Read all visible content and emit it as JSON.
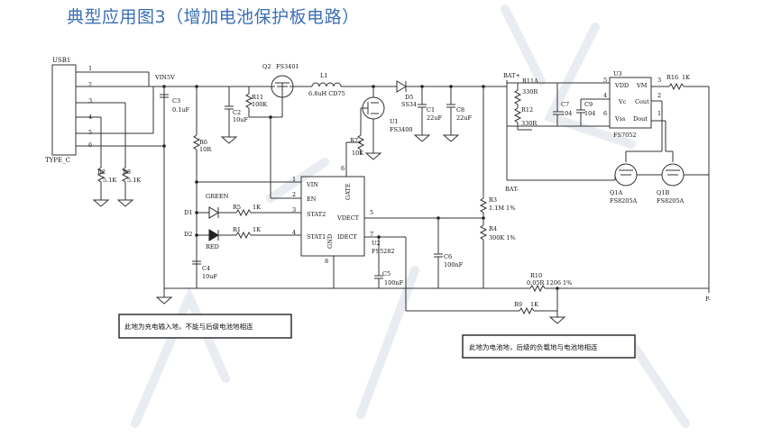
{
  "title": "典型应用图3（增加电池保护板电路）",
  "usb": {
    "ref": "USB1",
    "type": "TYPE_C",
    "pins": [
      "1",
      "2",
      "3",
      "4",
      "5",
      "6"
    ]
  },
  "power": {
    "vin": "VIN5V",
    "bat_plus": "BAT+",
    "bat_minus": "BAT-",
    "p_minus": "P-"
  },
  "charger": {
    "ref": "U2",
    "part": "FS5282",
    "pins": {
      "vin": "VIN",
      "en": "EN",
      "stat2": "STAT2",
      "stat1": "STAT1",
      "gate": "GATE",
      "gnd": "GND",
      "vdect": "VDECT",
      "idect": "IDECT"
    },
    "pin_numbers": [
      "1",
      "2",
      "3",
      "4",
      "5",
      "7",
      "6",
      "8"
    ]
  },
  "protector": {
    "ref": "U3",
    "part": "FS7052",
    "pins": {
      "vdd": "VDD",
      "vm": "VM",
      "vc": "Vc",
      "cout": "Cout",
      "vss": "Vss",
      "dout": "Dout"
    },
    "pin_numbers": [
      "5",
      "3",
      "4",
      "2",
      "6",
      "1"
    ]
  },
  "mosfets": [
    {
      "ref": "Q2",
      "part": "FS3401"
    },
    {
      "ref": "U1",
      "part": "FS3400"
    },
    {
      "ref": "Q1A",
      "part": "FS8205A"
    },
    {
      "ref": "Q1B",
      "part": "FS8205A"
    }
  ],
  "inductor": {
    "ref": "L1",
    "value": "6.8uH CD75"
  },
  "diode": {
    "ref": "D5",
    "value": "SS34"
  },
  "leds": [
    {
      "ref": "D1",
      "color": "GREEN"
    },
    {
      "ref": "D2",
      "color": "RED"
    }
  ],
  "resistors": [
    {
      "ref": "R2",
      "value": "5.1K"
    },
    {
      "ref": "R8",
      "value": "5.1K"
    },
    {
      "ref": "R11",
      "value": "100K"
    },
    {
      "ref": "R6",
      "value": "10R"
    },
    {
      "ref": "R7",
      "value": "10K"
    },
    {
      "ref": "R5",
      "value": "1K"
    },
    {
      "ref": "R1",
      "value": "1K"
    },
    {
      "ref": "R3",
      "value": "1.1M  1%"
    },
    {
      "ref": "R4",
      "value": "300K  1%"
    },
    {
      "ref": "R11A",
      "value": "330R"
    },
    {
      "ref": "R12",
      "value": "330R"
    },
    {
      "ref": "R16",
      "value": "1K"
    },
    {
      "ref": "R10",
      "value": "0.05R   1206  1%"
    },
    {
      "ref": "R9",
      "value": "1K"
    }
  ],
  "capacitors": [
    {
      "ref": "C3",
      "value": "0.1uF"
    },
    {
      "ref": "C2",
      "value": "10uF"
    },
    {
      "ref": "C1",
      "value": "22uF"
    },
    {
      "ref": "C8",
      "value": "22uF"
    },
    {
      "ref": "C4",
      "value": "10uF"
    },
    {
      "ref": "C5",
      "value": "100nF"
    },
    {
      "ref": "C6",
      "value": "100nF"
    },
    {
      "ref": "C7",
      "value": "104"
    },
    {
      "ref": "C9",
      "value": "104"
    }
  ],
  "notes": {
    "input_ground": "此地为充电输入地，不能与后级电池地相连",
    "battery_ground": "此地为电池地，后级的负载地与电池地相连"
  },
  "colors": {
    "title": "#3a6fb5",
    "wire": "#333333",
    "led": "#222222"
  }
}
